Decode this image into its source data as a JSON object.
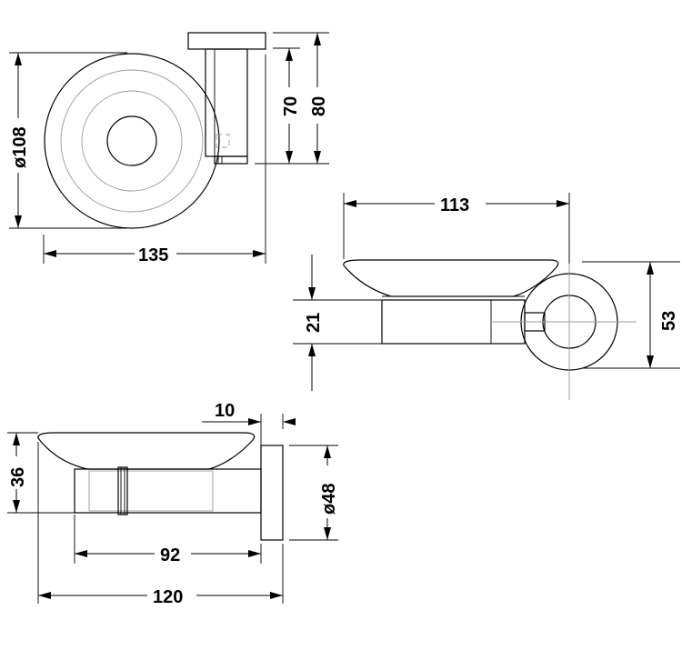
{
  "dimensions": {
    "d108": "ø108",
    "w135": "135",
    "h70": "70",
    "h80": "80",
    "w113": "113",
    "h21": "21",
    "h53": "53",
    "w10": "10",
    "h36": "36",
    "d48": "ø48",
    "w92": "92",
    "w120": "120"
  }
}
